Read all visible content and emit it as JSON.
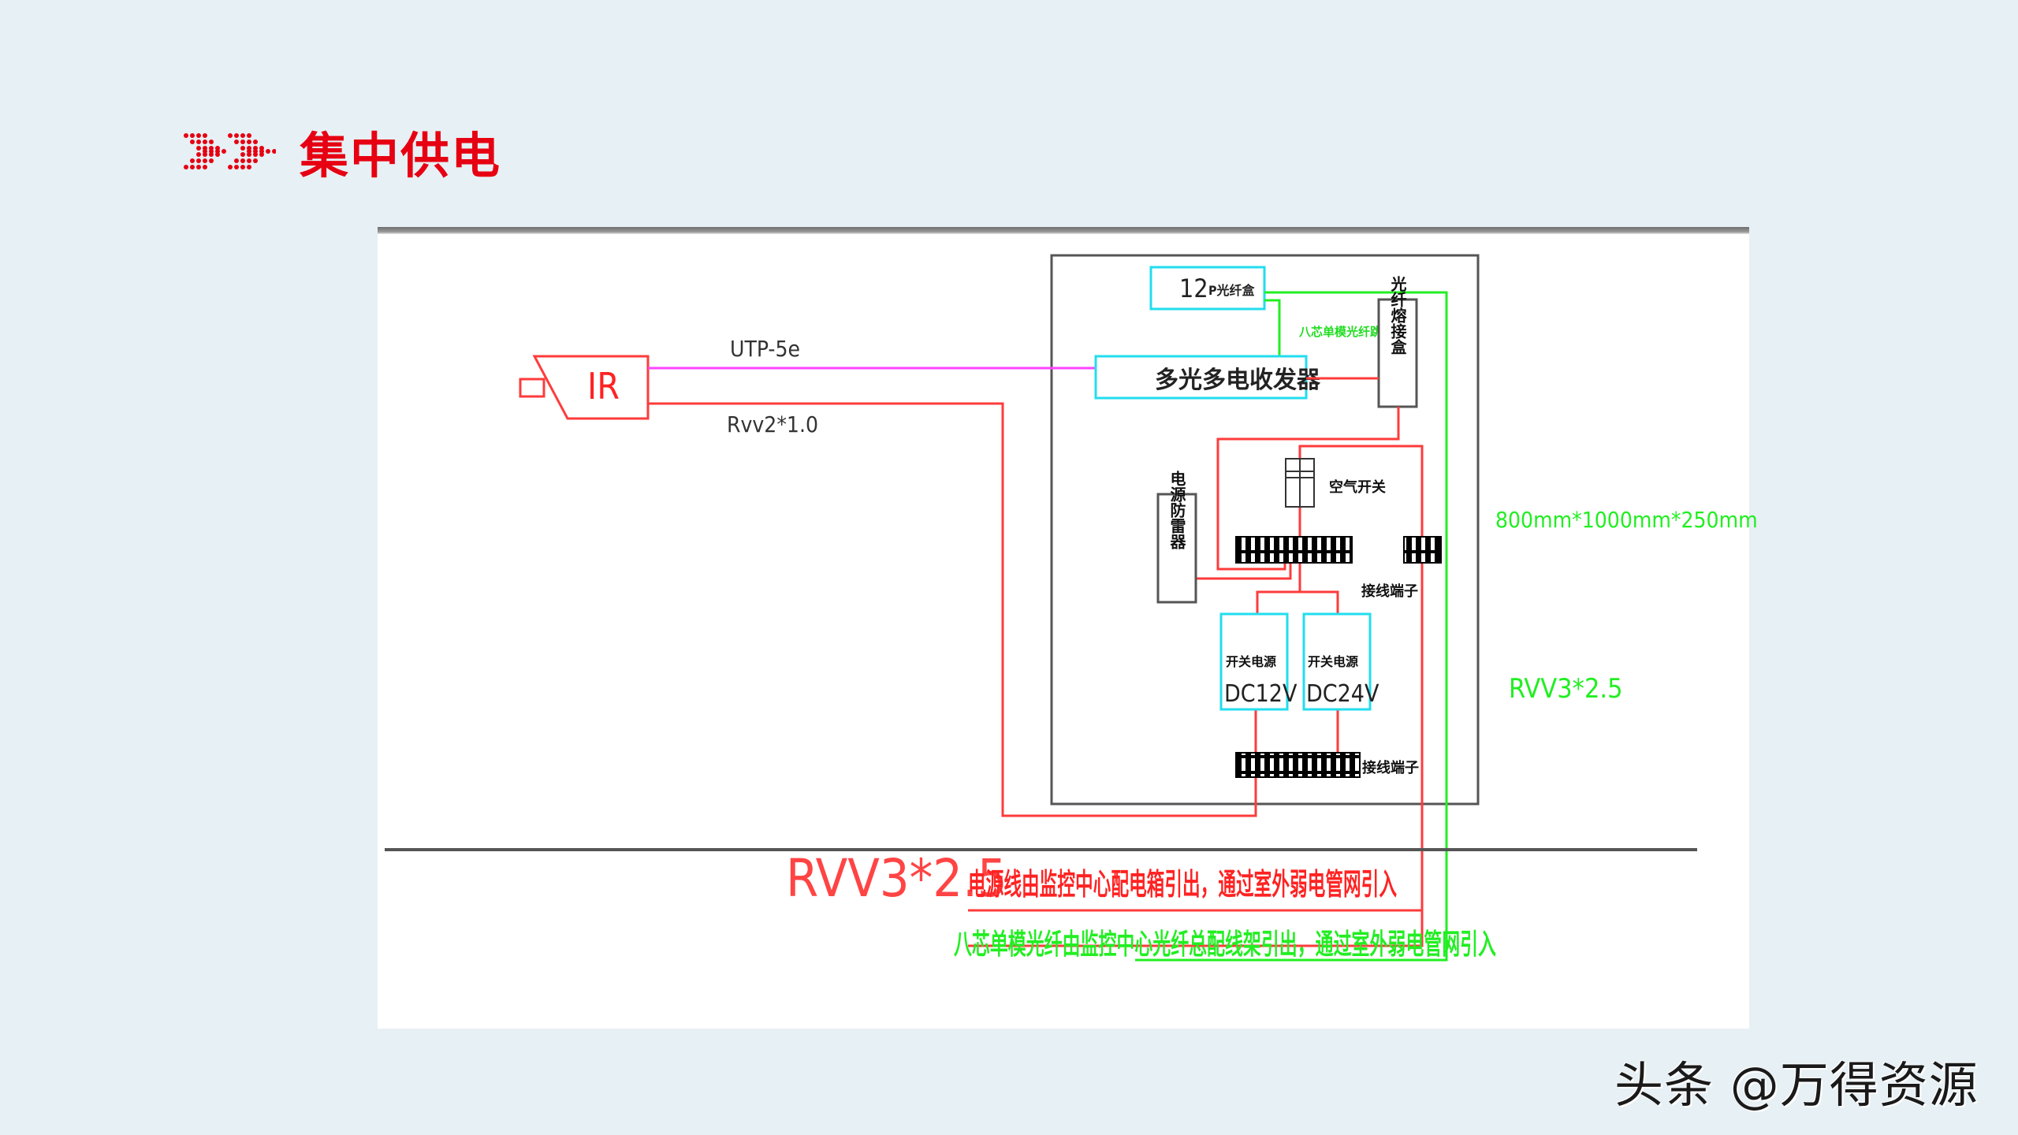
{
  "slide": {
    "title": "集中供电",
    "watermark": "头条 @万得资源"
  },
  "diagram": {
    "camera_label": "IR",
    "cable_utp": "UTP-5e",
    "cable_rvv_camera": "Rvv2*1.0",
    "fiber_box": {
      "label_main": "12",
      "label_sub": "P光纤盒"
    },
    "transceiver": "多光多电收发器",
    "right_vertical_box": "光纤熔接盒",
    "fiber_jumper_label": "八芯单模光纤跳线",
    "air_switch_label": "空气开关",
    "left_vertical_box": "电源防雷器",
    "terminal_label_upper": "接线端子",
    "terminal_label_lower": "接线端子",
    "psu_12": {
      "title": "开关电源",
      "voltage": "DC12V"
    },
    "psu_24": {
      "title": "开关电源",
      "voltage": "DC24V"
    },
    "cabinet_size": "800mm*1000mm*250mm",
    "cabinet_cable": "RVV3*2.5",
    "power_note_prefix": "RVV3*2.5",
    "power_note": "电源线由监控中心配电箱引出，通过室外弱电管网引入",
    "fiber_note": "八芯单模光纤由监控中心光纤总配线架引出，通过室外弱电管网引入"
  },
  "colors": {
    "title_red": "#e60012",
    "power_red": "#ff3b3b",
    "fiber_green": "#22ee22",
    "utp_magenta": "#ff44ff",
    "device_cyan": "#22ddee",
    "frame_gray": "#555555",
    "background": "#e7f0f4"
  }
}
